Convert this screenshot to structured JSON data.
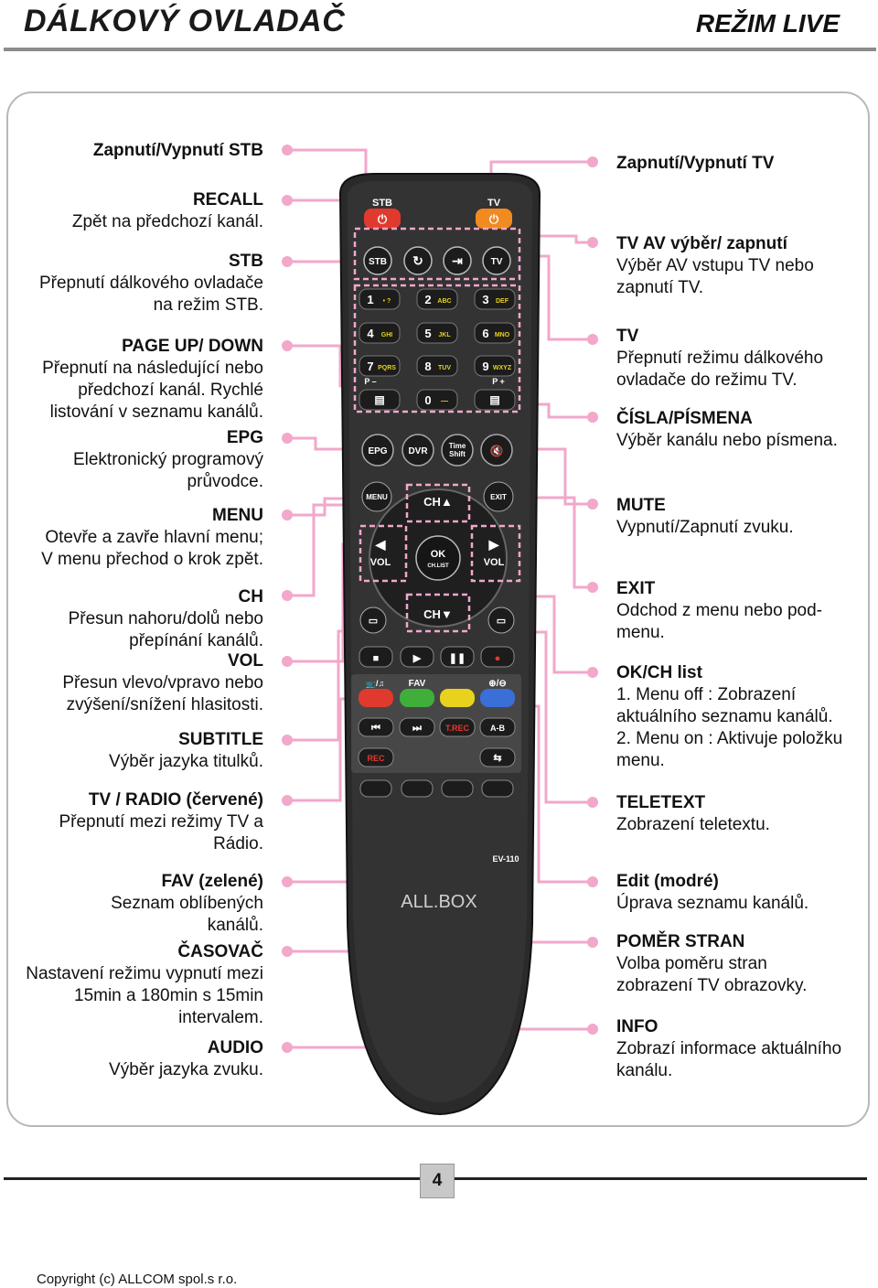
{
  "header": {
    "title": "DÁLKOVÝ OVLADAČ",
    "mode": "REŽIM LIVE"
  },
  "left_labels": [
    {
      "h": "Zapnutí/Vypnutí STB",
      "d": []
    },
    {
      "h": "RECALL",
      "d": [
        "Zpět na předchozí kanál."
      ]
    },
    {
      "h": "STB",
      "d": [
        "Přepnutí dálkového ovladače",
        "na režim STB."
      ]
    },
    {
      "h": "PAGE UP/ DOWN",
      "d": [
        "Přepnutí na následující nebo",
        "předchozí kanál. Rychlé",
        "listování v seznamu kanálů."
      ]
    },
    {
      "h": "EPG",
      "d": [
        "Elektronický programový",
        "průvodce."
      ]
    },
    {
      "h": "MENU",
      "d": [
        "Otevře a zavře hlavní menu;",
        "V menu přechod o krok zpět."
      ]
    },
    {
      "h": "CH",
      "d": [
        "Přesun nahoru/dolů nebo",
        "přepínání kanálů."
      ]
    },
    {
      "h": "VOL",
      "d": [
        "Přesun vlevo/vpravo nebo",
        "zvýšení/snížení hlasitosti."
      ]
    },
    {
      "h": "SUBTITLE",
      "d": [
        "Výběr jazyka titulků."
      ]
    },
    {
      "h": "TV / RADIO (červené)",
      "d": [
        "Přepnutí mezi režimy TV a",
        "Rádio."
      ]
    },
    {
      "h": "FAV (zelené)",
      "d": [
        "Seznam oblíbených",
        "kanálů."
      ]
    },
    {
      "h": "ČASOVAČ",
      "d": [
        "Nastavení režimu vypnutí mezi",
        "15min a 180min s 15min",
        "intervalem."
      ]
    },
    {
      "h": "AUDIO",
      "d": [
        "Výběr jazyka zvuku."
      ]
    }
  ],
  "right_labels": [
    {
      "h": "Zapnutí/Vypnutí TV",
      "d": []
    },
    {
      "h": "TV AV výběr/ zapnutí",
      "d": [
        "Výběr AV vstupu TV nebo",
        "zapnutí TV."
      ]
    },
    {
      "h": "TV",
      "d": [
        "Přepnutí režimu dálkového",
        "ovladače do režimu TV."
      ]
    },
    {
      "h": "ČÍSLA/PÍSMENA",
      "d": [
        "Výběr kanálu nebo písmena."
      ]
    },
    {
      "h": "MUTE",
      "d": [
        "Vypnutí/Zapnutí zvuku."
      ]
    },
    {
      "h": "EXIT",
      "d": [
        "Odchod z menu nebo pod-",
        "menu."
      ]
    },
    {
      "h": "OK/CH list",
      "d": [
        "1. Menu off : Zobrazení",
        "aktuálního seznamu kanálů.",
        "2. Menu on : Aktivuje položku",
        "menu."
      ]
    },
    {
      "h": "TELETEXT",
      "d": [
        "Zobrazení teletextu."
      ]
    },
    {
      "h": "Edit (modré)",
      "d": [
        "Úprava seznamu kanálů."
      ]
    },
    {
      "h": "POMĚR STRAN",
      "d": [
        "Volba poměru stran",
        "zobrazení TV obrazovky."
      ]
    },
    {
      "h": "INFO",
      "d": [
        "Zobrazí informace aktuálního",
        "kanálu."
      ]
    }
  ],
  "remote": {
    "brand": "ALL.BOX",
    "model": "EV-110",
    "top_labels": [
      "STB",
      "TV"
    ],
    "row_mode": [
      "STB",
      "TV"
    ],
    "digits": [
      [
        "1",
        "• ?"
      ],
      [
        "2",
        "ABC"
      ],
      [
        "3",
        "DEF"
      ],
      [
        "4",
        "GHI"
      ],
      [
        "5",
        "JKL"
      ],
      [
        "6",
        "MNO"
      ],
      [
        "7",
        "PQRS"
      ],
      [
        "8",
        "TUV"
      ],
      [
        "9",
        "WXYZ"
      ],
      [
        "0",
        "—"
      ]
    ],
    "page_labels": [
      "P –",
      "P +"
    ],
    "func_row": [
      "EPG",
      "DVR",
      "Time Shift"
    ],
    "nav": {
      "menu": "MENU",
      "exit": "EXIT",
      "ch_up": "CH▲",
      "ch_down": "CH▼",
      "vol_left": "VOL",
      "vol_right": "VOL",
      "ok": "OK",
      "ok_sub": "CH.LIST"
    },
    "fav": "FAV",
    "aspect": "⊕/⊖",
    "trec": "T.REC",
    "ab": "A-B",
    "rec": "REC"
  },
  "footer": {
    "page": "4",
    "copyright": "Copyright (c) ALLCOM spol.s r.o."
  },
  "colors": {
    "connector": "#f2a7cb",
    "remote_body": "#2a2a2a",
    "red": "#e03a2e",
    "green": "#3fae3b",
    "yellow": "#e8d21e",
    "blue": "#3a6fd8"
  }
}
